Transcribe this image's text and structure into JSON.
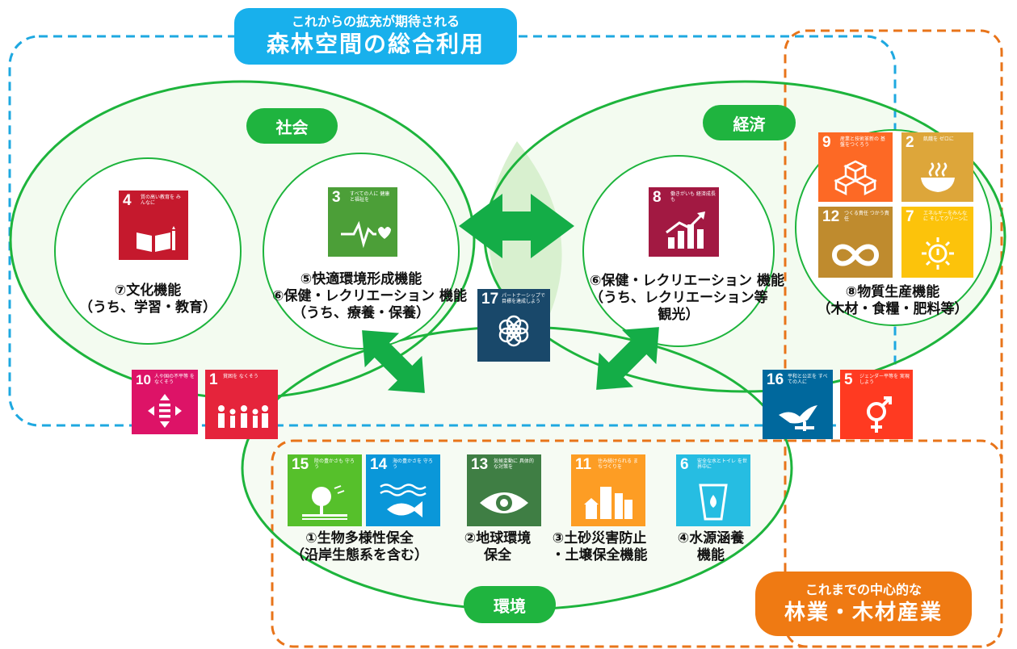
{
  "headers": {
    "top": {
      "line1": "これからの拡充が期待される",
      "line2": "森林空間の総合利用"
    },
    "bottom": {
      "line1": "これまでの中心的な",
      "line2": "林業・木材産業"
    }
  },
  "circles": {
    "society": "社会",
    "economy": "経済",
    "environment": "環境"
  },
  "functions": {
    "culture": {
      "line1": "⑦文化機能",
      "line2": "（うち、学習・教育）"
    },
    "comfort": {
      "line1": "⑤快適環境形成機能",
      "line2": "⑥保健・レクリエーション 機能",
      "line3": "（うち、療養・保養）"
    },
    "recreation": {
      "line1": "⑥保健・レクリエーション 機能",
      "line2": "（うち、レクリエーション等",
      "line3": "観光）"
    },
    "material": {
      "line1": "⑧物質生産機能",
      "line2": "（木材・食糧・肥料等）"
    },
    "biodiversity": {
      "line1": "①生物多様性保全",
      "line2": "（沿岸生態系を含む）"
    },
    "global_env": {
      "line1": "②地球環境",
      "line2": "保全"
    },
    "disaster": {
      "line1": "③土砂災害防止",
      "line2": "・土壌保全機能"
    },
    "water": {
      "line1": "④水源涵養",
      "line2": "機能"
    }
  },
  "sdgs": {
    "g1": {
      "num": "1",
      "label": "貧困を なくそう",
      "color": "#E5243B",
      "icon": "people-icon"
    },
    "g2": {
      "num": "2",
      "label": "飢餓を ゼロに",
      "color": "#DDA63A",
      "icon": "bowl-icon"
    },
    "g3": {
      "num": "3",
      "label": "すべての人に 健康と福祉を",
      "color": "#4C9F38",
      "icon": "heartbeat-icon"
    },
    "g4": {
      "num": "4",
      "label": "質の高い教育を みんなに",
      "color": "#C5192D",
      "icon": "book-icon"
    },
    "g5": {
      "num": "5",
      "label": "ジェンダー平等を 実現しよう",
      "color": "#FF3A21",
      "icon": "gender-icon"
    },
    "g6": {
      "num": "6",
      "label": "安全な水とトイレ を世界中に",
      "color": "#26BDE2",
      "icon": "water-drop-icon"
    },
    "g7": {
      "num": "7",
      "label": "エネルギーをみんなに そしてクリーンに",
      "color": "#FCC30B",
      "icon": "sun-icon"
    },
    "g8": {
      "num": "8",
      "label": "働きがいも 経済成長も",
      "color": "#A21942",
      "icon": "growth-chart-icon"
    },
    "g9": {
      "num": "9",
      "label": "産業と技術革新の 基盤をつくろう",
      "color": "#FD6925",
      "icon": "cubes-icon"
    },
    "g10": {
      "num": "10",
      "label": "人や国の不平等 をなくそう",
      "color": "#DD1367",
      "icon": "equality-icon"
    },
    "g11": {
      "num": "11",
      "label": "住み続けられる まちづくりを",
      "color": "#FD9D24",
      "icon": "city-icon"
    },
    "g12": {
      "num": "12",
      "label": "つくる責任 つかう責任",
      "color": "#BF8B2E",
      "icon": "infinity-icon"
    },
    "g13": {
      "num": "13",
      "label": "気候変動に 具体的な対策を",
      "color": "#3F7E44",
      "icon": "eye-icon"
    },
    "g14": {
      "num": "14",
      "label": "海の豊かさを 守ろう",
      "color": "#0A97D9",
      "icon": "fish-icon"
    },
    "g15": {
      "num": "15",
      "label": "陸の豊かさも 守ろう",
      "color": "#56C02B",
      "icon": "tree-icon"
    },
    "g16": {
      "num": "16",
      "label": "平和と公正を すべての人に",
      "color": "#00689D",
      "icon": "dove-icon"
    },
    "g17": {
      "num": "17",
      "label": "パートナーシップで 目標を達成しよう",
      "color": "#19486A",
      "icon": "flower-icon"
    }
  },
  "colors": {
    "green": "#1db43c",
    "orange": "#e8741a",
    "blue": "#1ea8e0",
    "top_pill": "#18b0ec",
    "bottom_pill": "#ef7a13",
    "circle_pill": "#1fb43f"
  }
}
